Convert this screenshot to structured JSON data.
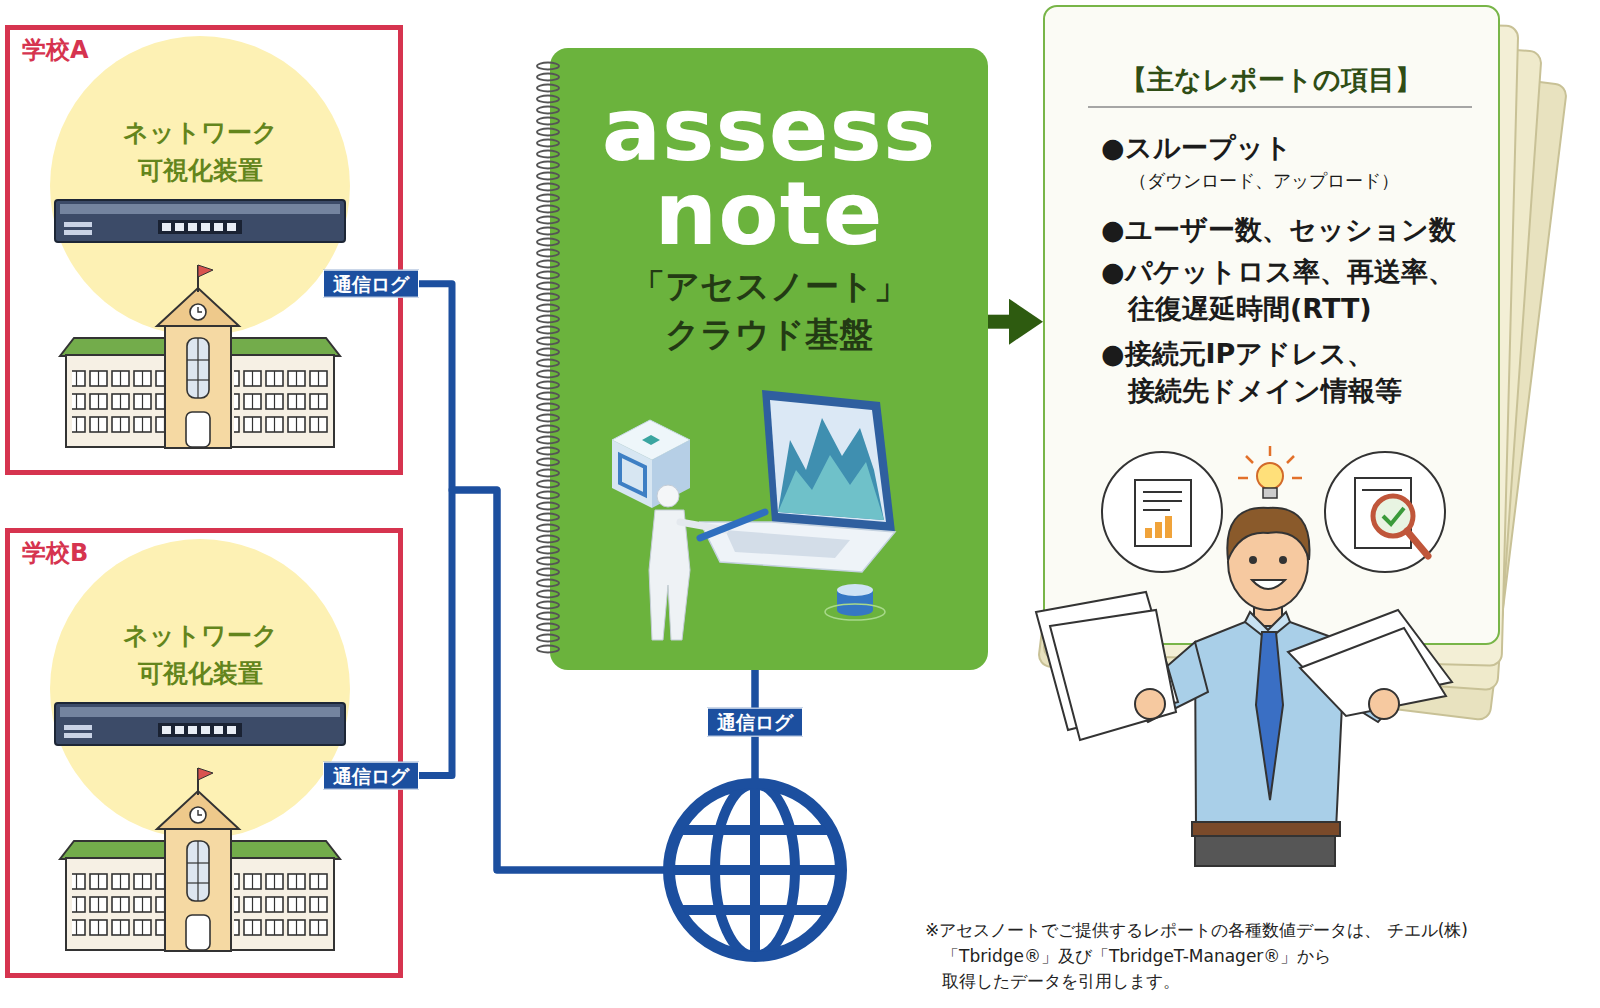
{
  "diagram": {
    "nodes": [
      {
        "text": [
          "学校A"
        ]
      },
      {
        "text": [
          "ネットワーク 可視化装置"
        ],
        "in": 0
      },
      {
        "text": [
          "学校B"
        ]
      },
      {
        "text": [
          "ネットワーク 可視化装置"
        ],
        "in": 2
      },
      {
        "text": [
          "assess note",
          "「アセスノート」 クラウド基盤"
        ]
      },
      {
        "text": [
          "【主なレポートの項目】",
          "●スループット",
          "（ダウンロード、アップロード）",
          "●ユーザー数、セッション数",
          "●パケットロス率、再送率、 往復遅延時間(RTT)",
          "●接続元IPアドレス、 接続先ドメイン情報等"
        ]
      }
    ],
    "edges": [
      {
        "from": 0,
        "to": 4,
        "label": "通信ログ",
        "arrow": "none"
      },
      {
        "from": 2,
        "to": 4,
        "label": "通信ログ",
        "arrow": "none"
      },
      {
        "from": 4,
        "to": 5,
        "arrow": "to"
      }
    ],
    "labels": [
      "通信ログ",
      "※アセスノートでご提供するレポートの各種数値データは、 チエル(株)「Tbridge®」及び「TbridgeT-Manager®」から 取得したデータを引用します。"
    ]
  }
}
